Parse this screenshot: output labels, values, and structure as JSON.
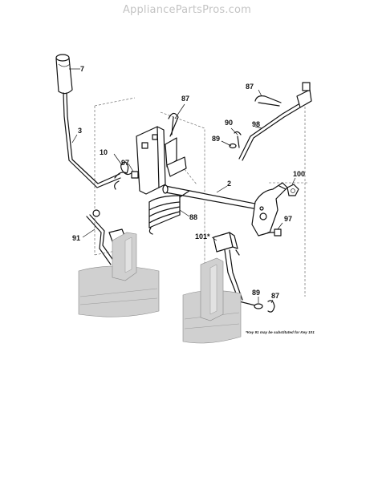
{
  "header": {
    "site_name": "AppliancePartsPros.com"
  },
  "callouts": [
    {
      "id": "c7",
      "text": "7"
    },
    {
      "id": "c3",
      "text": "3"
    },
    {
      "id": "c10",
      "text": "10"
    },
    {
      "id": "c97a",
      "text": "97"
    },
    {
      "id": "c87a",
      "text": "87"
    },
    {
      "id": "c87b",
      "text": "87"
    },
    {
      "id": "c90",
      "text": "90"
    },
    {
      "id": "c98",
      "text": "98"
    },
    {
      "id": "c89a",
      "text": "89"
    },
    {
      "id": "c2",
      "text": "2"
    },
    {
      "id": "c100",
      "text": "100"
    },
    {
      "id": "c88",
      "text": "88"
    },
    {
      "id": "c97b",
      "text": "97"
    },
    {
      "id": "c91",
      "text": "91"
    },
    {
      "id": "c101",
      "text": "101*"
    },
    {
      "id": "c89b",
      "text": "89"
    },
    {
      "id": "c87c",
      "text": "87"
    }
  ],
  "footnote": "*Key 91 may be substituted for Key 101"
}
